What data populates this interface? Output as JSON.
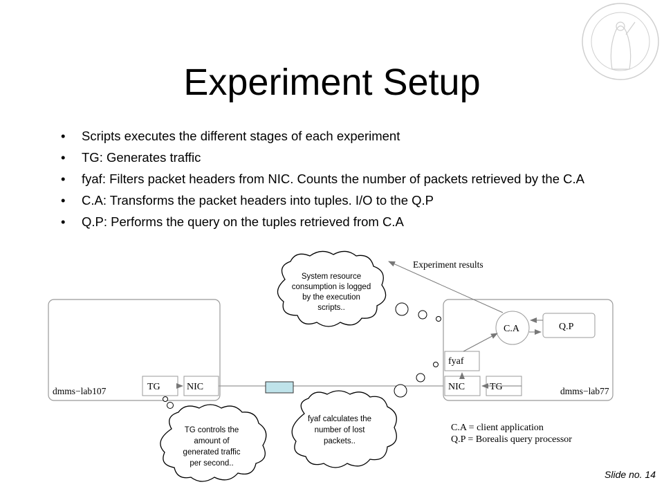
{
  "slide": {
    "title": "Experiment Setup",
    "bullets": [
      "Scripts executes the different stages of each experiment",
      "TG: Generates traffic",
      "fyaf: Filters packet headers from NIC. Counts the number of packets retrieved by the C.A",
      "C.A: Transforms the packet headers into tuples. I/O to the Q.P",
      "Q.P: Performs the query on the tuples retrieved from C.A"
    ],
    "bullet_glyph": "•",
    "slide_number": "Slide no. 14"
  },
  "diagram": {
    "left_host": {
      "name": "dmms−lab107",
      "tg": "TG",
      "nic": "NIC"
    },
    "right_host": {
      "name": "dmms−lab77",
      "nic": "NIC",
      "tg": "TG",
      "fyaf": "fyaf",
      "ca": "C.A",
      "qp": "Q.P"
    },
    "experiment_results": "Experiment results",
    "legend": [
      "C.A = client application",
      "Q.P = Borealis query processor"
    ],
    "clouds": {
      "system": [
        "System resource",
        "consumption is logged",
        "by the execution",
        "scripts.."
      ],
      "tg": [
        "TG controls the",
        "amount of",
        "generated traffic",
        "per second.."
      ],
      "fyaf": [
        "fyaf calculates the",
        "number of lost",
        "packets.."
      ]
    },
    "link_color": "#bfe3ea"
  }
}
